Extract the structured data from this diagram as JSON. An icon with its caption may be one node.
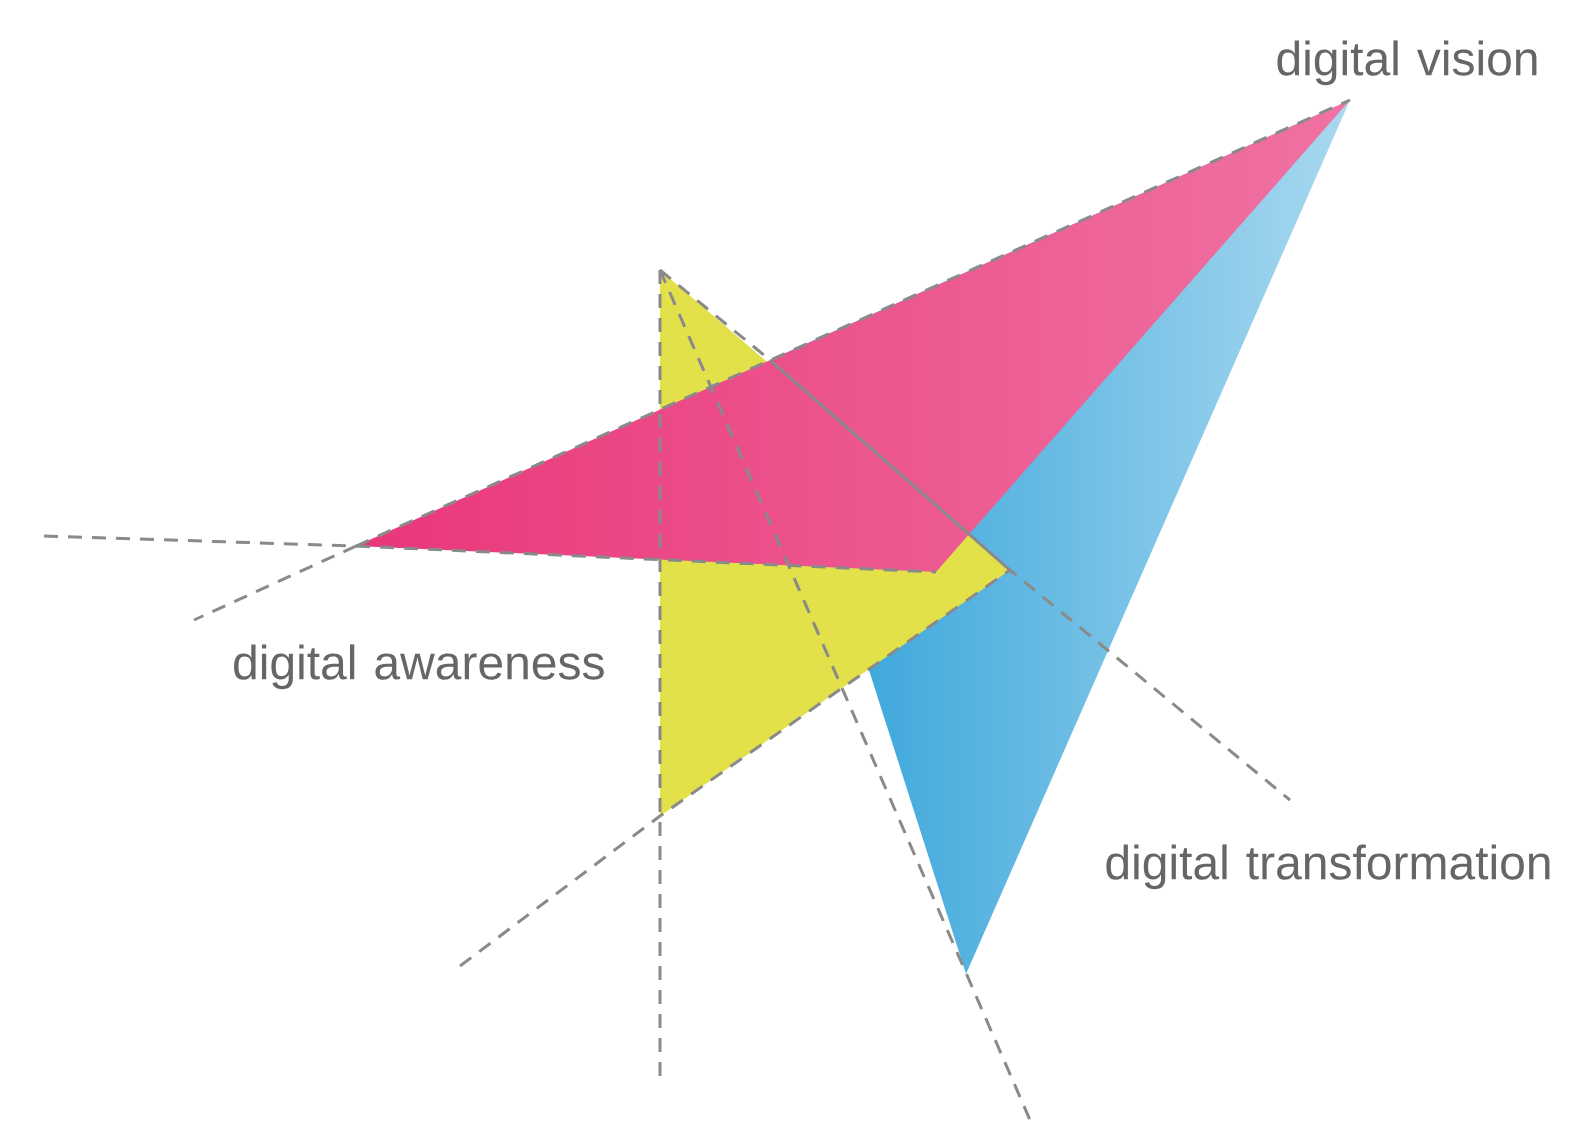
{
  "diagram": {
    "labels": [
      "digital vision",
      "digital awareness",
      "digital transformation"
    ]
  }
}
